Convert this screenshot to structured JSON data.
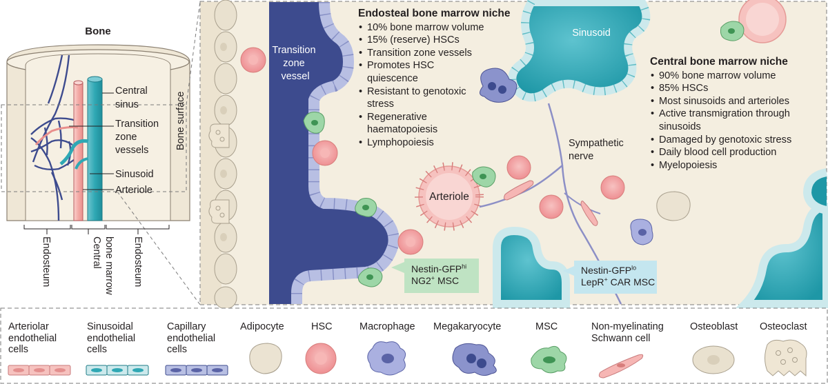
{
  "bone_panel": {
    "title": "Bone",
    "central_sinus": [
      "Central",
      "sinus"
    ],
    "transition_vessels": [
      "Transition",
      "zone",
      "vessels"
    ],
    "sinusoid": "Sinusoid",
    "arteriole": "Arteriole",
    "bone_surface": "Bone surface",
    "endosteum_left": "Endosteum",
    "central_marrow": [
      "Central",
      "bone marrow"
    ],
    "endosteum_right": "Endosteum"
  },
  "niche_panel": {
    "transition_vessel_label": [
      "Transition",
      "zone",
      "vessel"
    ],
    "sinusoid_label": "Sinusoid",
    "arteriole_label": "Arteriole",
    "nerve_label": [
      "Sympathetic",
      "nerve"
    ],
    "endosteal": {
      "title": "Endosteal bone marrow niche",
      "items": [
        "10% bone marrow volume",
        "15% (reserve) HSCs",
        "Transition zone vessels",
        "Promotes HSC quiescence",
        "Resistant to genotoxic stress",
        "Regenerative haematopoiesis",
        "Lymphopoiesis"
      ]
    },
    "central": {
      "title": "Central bone marrow niche",
      "items": [
        "90% bone marrow volume",
        "85% HSCs",
        "Most sinusoids and arterioles",
        "Active transmigration through sinusoids",
        "Damaged by genotoxic stress",
        "Daily blood cell production",
        "Myelopoiesis"
      ]
    },
    "ng2_tag": {
      "line1": "Nestin-GFP",
      "line1_sup": "hi",
      "line2": "NG2",
      "line2_sup": "+",
      "line2_rest": " MSC"
    },
    "lepr_tag": {
      "line1": "Nestin-GFP",
      "line1_sup": "lo",
      "line2": "LepR",
      "line2_sup": "+",
      "line2_rest": " CAR MSC"
    }
  },
  "legend": {
    "arteriolar": "Arteriolar endothelial cells",
    "sinusoidal": "Sinusoidal endothelial cells",
    "capillary": "Capillary endothelial cells",
    "adipocyte": "Adipocyte",
    "hsc": "HSC",
    "macrophage": "Macrophage",
    "megakaryocyte": "Megakaryocyte",
    "msc": "MSC",
    "schwann": "Non-myelinating Schwann cell",
    "osteoblast": "Osteoblast",
    "osteoclast": "Osteoclast"
  },
  "colors": {
    "bone": "#efe7d6",
    "marrow": "#f6f0e3",
    "capillary_vessel": "#3d4b8e",
    "capillary_cell": "#b8bfe3",
    "sinusoid": "#2fa8b4",
    "sinusoid_cell": "#cce9ec",
    "arteriole_cell": "#f6c2bf",
    "hsc": "#f29a9b",
    "msc": "#9dd6a7",
    "ng2_tag": "#bfe3c3",
    "lepr_tag": "#c4e6ef"
  }
}
